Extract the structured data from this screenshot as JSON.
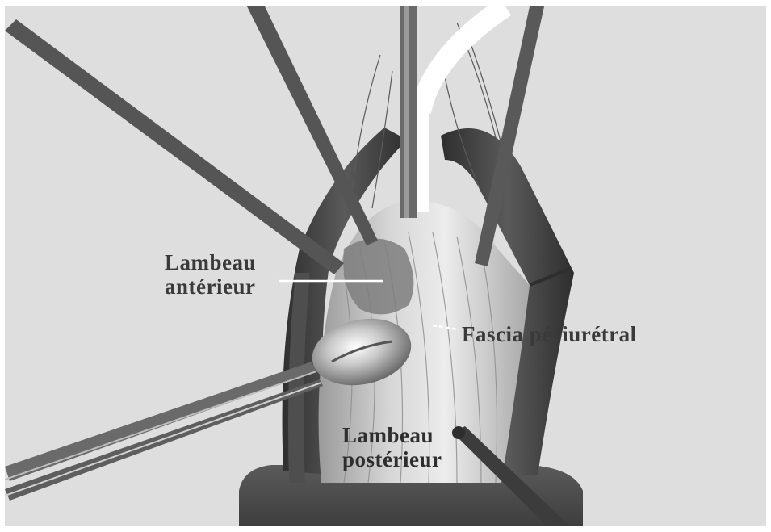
{
  "figure": {
    "labels": {
      "anterior_flap": [
        "Lambeau",
        "antérieur"
      ],
      "fascia": "Fascia périurétral",
      "posterior_flap": [
        "Lambeau",
        "postérieur"
      ]
    },
    "colors": {
      "background": "#dedede",
      "border": "#ffffff",
      "muscle_dark": "#3c3c3c",
      "tissue_light": "#e8e8e8",
      "instrument": "#4a4a4a",
      "label_text": "#3a3a3a"
    },
    "icons": [
      "retractor-icon",
      "forceps-icon",
      "catheter-icon",
      "needle-icon"
    ]
  }
}
